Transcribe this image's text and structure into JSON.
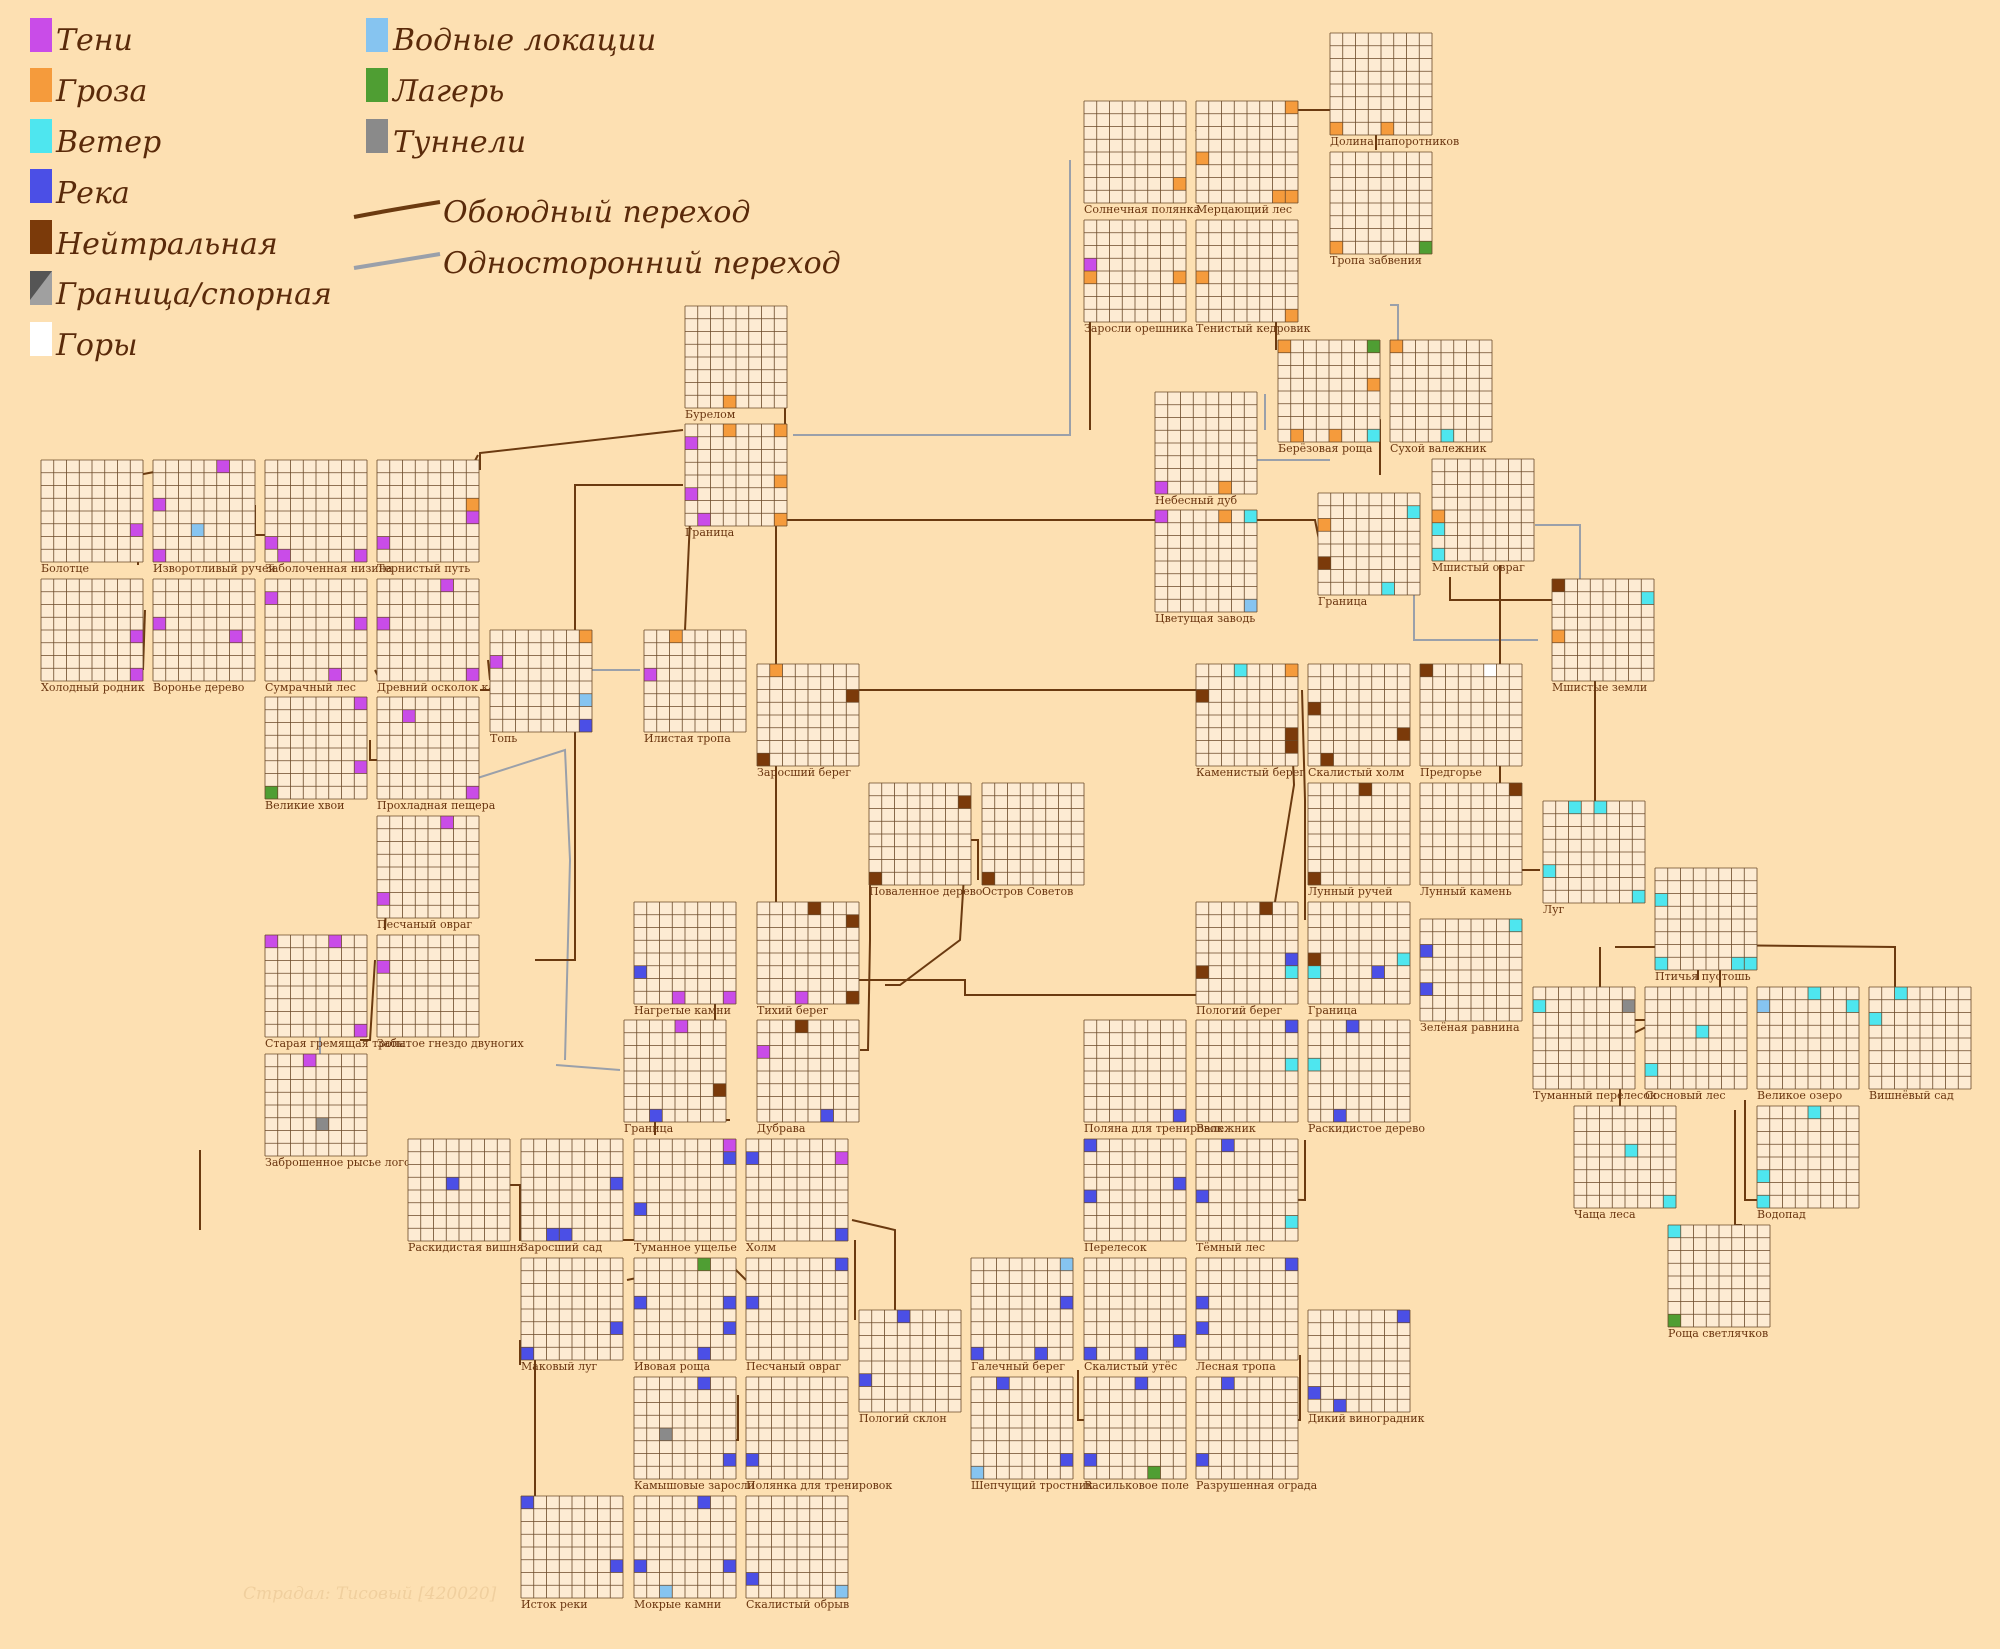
{
  "colors": {
    "background": "#fde0b2",
    "grid_fill": "#fdebd3",
    "grid_line": "#6b4a2a",
    "two_way": "#6b3a10",
    "one_way": "#9aa0aa"
  },
  "legend": {
    "items": [
      {
        "label": "Тени",
        "color": "#c94ce8"
      },
      {
        "label": "Гроза",
        "color": "#f59b3c"
      },
      {
        "label": "Ветер",
        "color": "#4ee6ef"
      },
      {
        "label": "Река",
        "color": "#4b4fe6"
      },
      {
        "label": "Нейтральная",
        "color": "#7b3a0a"
      },
      {
        "label": "Граница/спорная",
        "color": "split"
      },
      {
        "label": "Горы",
        "color": "#ffffff"
      },
      {
        "label": "Водные локации",
        "color": "#86c4f0"
      },
      {
        "label": "Лагерь",
        "color": "#4f9e33"
      },
      {
        "label": "Туннели",
        "color": "#8a8a8a"
      }
    ],
    "two_way_label": "Обоюдный переход",
    "one_way_label": "Односторонний переход"
  },
  "locations": [
    "Болотце",
    "Изворотливый ручей",
    "Заболоченная низина",
    "Тернистый путь",
    "Холодный родник",
    "Воронье дерево",
    "Сумрачный лес",
    "Древний осколок камня",
    "Великие хвои",
    "Прохладная пещера",
    "Песчаный овраг",
    "Старая гремящая тропа",
    "Забытое гнездо двуногих",
    "Заброшенное рысье логово",
    "Топь",
    "Бурелом",
    "Граница",
    "Илистая тропа",
    "Заросший берег",
    "Поваленное дерево",
    "Остров Советов",
    "Нагретые камни",
    "Тихий берег",
    "Граница",
    "Дубрава",
    "Солнечная полянка",
    "Мерцающий лес",
    "Долина папоротников",
    "Заросли орешника",
    "Тенистый кедровик",
    "Тропа забвения",
    "Берёзовая роща",
    "Сухой валежник",
    "Небесный дуб",
    "Цветущая заводь",
    "Граница",
    "Мшистый овраг",
    "Мшистые земли",
    "Каменистый берег",
    "Скалистый холм",
    "Предгорье",
    "Лунный ручей",
    "Лунный камень",
    "Луг",
    "Птичья пустошь",
    "Пологий берег",
    "Граница",
    "Зелёная равнина",
    "Туманный перелесок",
    "Сосновый лес",
    "Великое озеро",
    "Вишнёвый сад",
    "Поляна для тренировок",
    "Валежник",
    "Раскидистое дерево",
    "Чаща леса",
    "Водопад",
    "Роща светлячков",
    "Раскидистая вишня",
    "Заросший сад",
    "Туманное ущелье",
    "Холм",
    "Маковый луг",
    "Ивовая роща",
    "Песчаный овраг",
    "Пологий склон",
    "Галечный берег",
    "Скалистый утёс",
    "Лесная тропа",
    "Дикий виноградник",
    "Камышовые заросли",
    "Полянка для тренировок",
    "Шепчущий тростник",
    "Васильковое поле",
    "Разрушенная ограда",
    "Исток реки",
    "Мокрые камни",
    "Скалистый обрыв",
    "Перелесок",
    "Тёмный лес"
  ],
  "signature": "Страдал: Тисовый [420020]"
}
